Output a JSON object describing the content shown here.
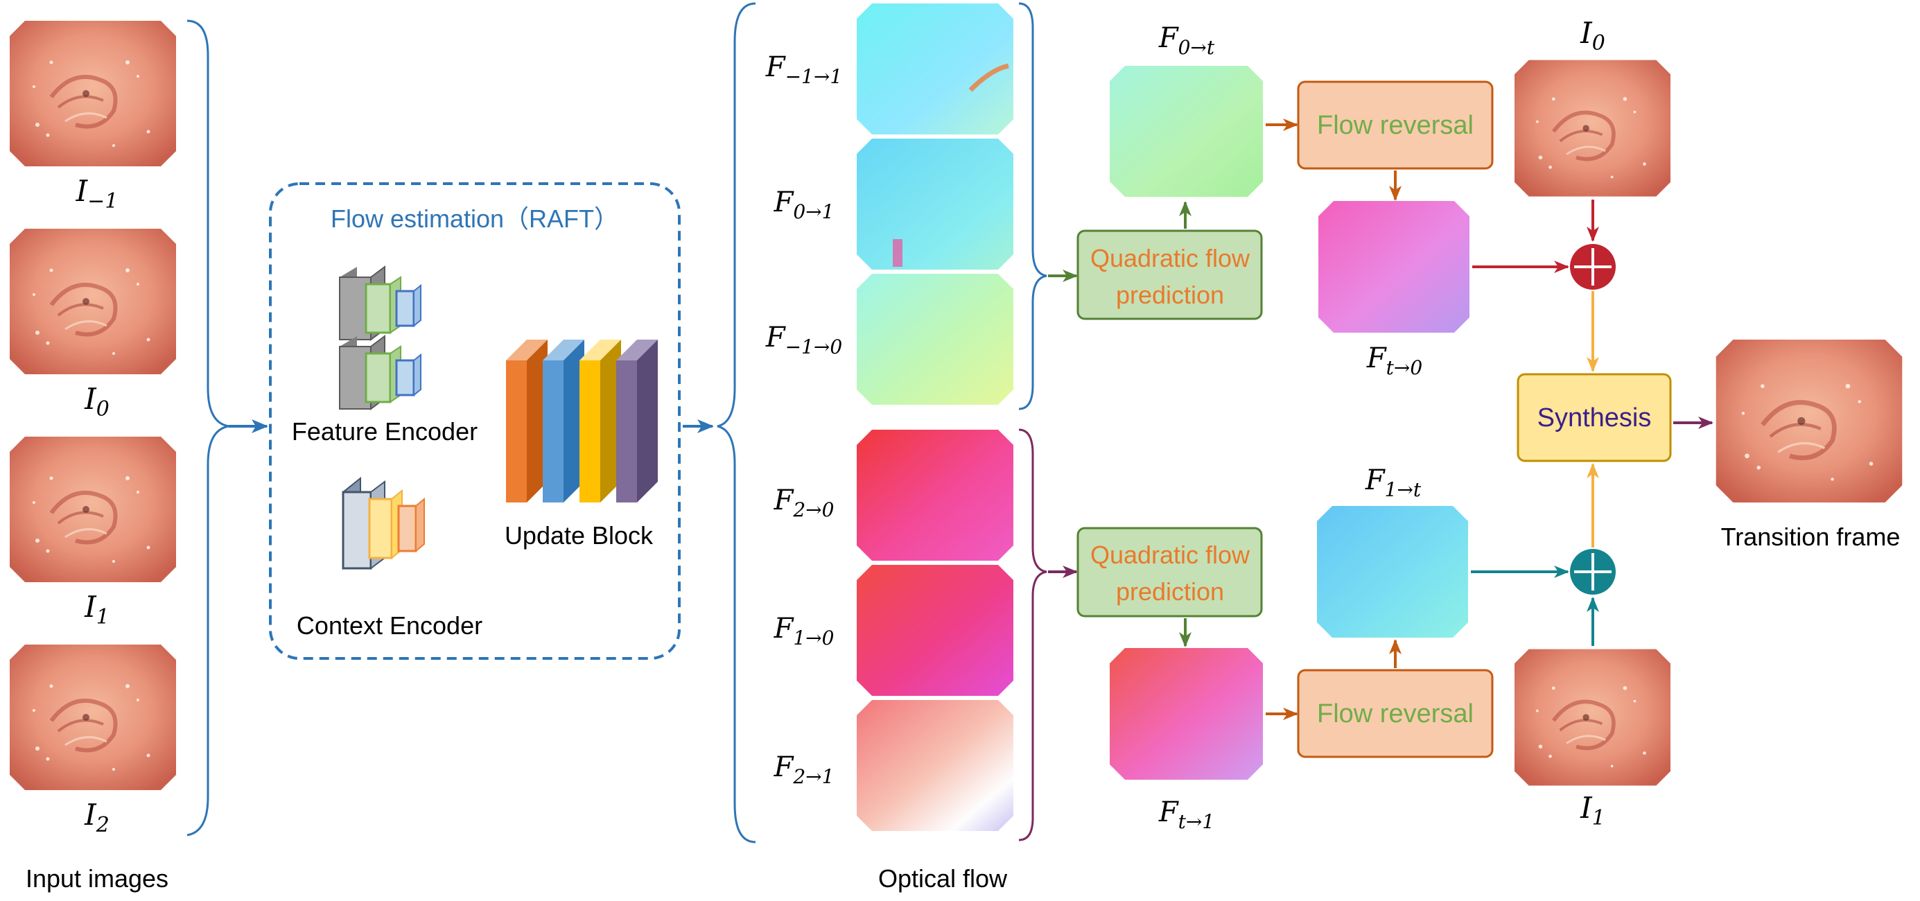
{
  "colors": {
    "blue": "#2E75B6",
    "purple_brace": "#7B2A5E",
    "green_arrow": "#548235",
    "orange_arrow": "#C55A11",
    "red_arrow": "#C0242F",
    "teal_arrow": "#13848E",
    "amber_arrow": "#F4B142",
    "orange_text": "#E97A2C",
    "green_text": "#70AD47",
    "synthesis_text": "#3A1F8A"
  },
  "labels": {
    "input_images": "Input images",
    "optical_flow": "Optical flow",
    "transition_frame": "Transition frame",
    "flow_estimation": "Flow estimation（RAFT）",
    "feature_encoder": "Feature Encoder",
    "context_encoder": "Context Encoder",
    "update_block": "Update Block",
    "quadratic_top_1": "Quadratic flow",
    "quadratic_top_2": "prediction",
    "quadratic_bottom_1": "Quadratic flow",
    "quadratic_bottom_2": "prediction",
    "flow_reversal_top": "Flow reversal",
    "flow_reversal_bottom": "Flow reversal",
    "synthesis": "Synthesis"
  },
  "input_frames": [
    {
      "sym": "I",
      "sub": "−1"
    },
    {
      "sym": "I",
      "sub": "0"
    },
    {
      "sym": "I",
      "sub": "1"
    },
    {
      "sym": "I",
      "sub": "2"
    }
  ],
  "flows": [
    {
      "sym": "F",
      "sub": "−1→1"
    },
    {
      "sym": "F",
      "sub": "0→1"
    },
    {
      "sym": "F",
      "sub": "−1→0"
    },
    {
      "sym": "F",
      "sub": "2→0"
    },
    {
      "sym": "F",
      "sub": "1→0"
    },
    {
      "sym": "F",
      "sub": "2→1"
    }
  ],
  "flow_labels": {
    "f0t": {
      "sym": "F",
      "sub": "0→t"
    },
    "ft0": {
      "sym": "F",
      "sub": "t→0"
    },
    "f1t": {
      "sym": "F",
      "sub": "1→t"
    },
    "ft1": {
      "sym": "F",
      "sub": "t→1"
    }
  },
  "right_frames": {
    "top": {
      "sym": "I",
      "sub": "0"
    },
    "bottom": {
      "sym": "I",
      "sub": "1"
    }
  }
}
